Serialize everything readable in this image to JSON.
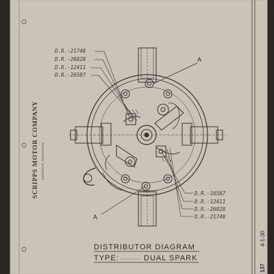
{
  "company": {
    "name": "SCRIPPS MOTOR COMPANY",
    "location": "DETROIT, MICHIGAN"
  },
  "title": {
    "line1": "DISTRIBUTOR DIAGRAM",
    "line2": "TYPE:",
    "line2_value": "DUAL SPARK"
  },
  "labels_upper_left": [
    "D.R.-21748",
    "D.R.-26828",
    "D.R.-12411",
    "D.R.-16587"
  ],
  "labels_lower_right": [
    "D.R.-16587",
    "D.R.-12411",
    "D.R.-26828",
    "D.R.-21748"
  ],
  "markers": {
    "top_right": "A",
    "bottom_left": "A"
  },
  "edge": {
    "date": "4-1-30",
    "number": "137",
    "corner": "29"
  },
  "colors": {
    "paper": "#c9c3b8",
    "ink": "#35322f",
    "background": "#2a2622"
  }
}
